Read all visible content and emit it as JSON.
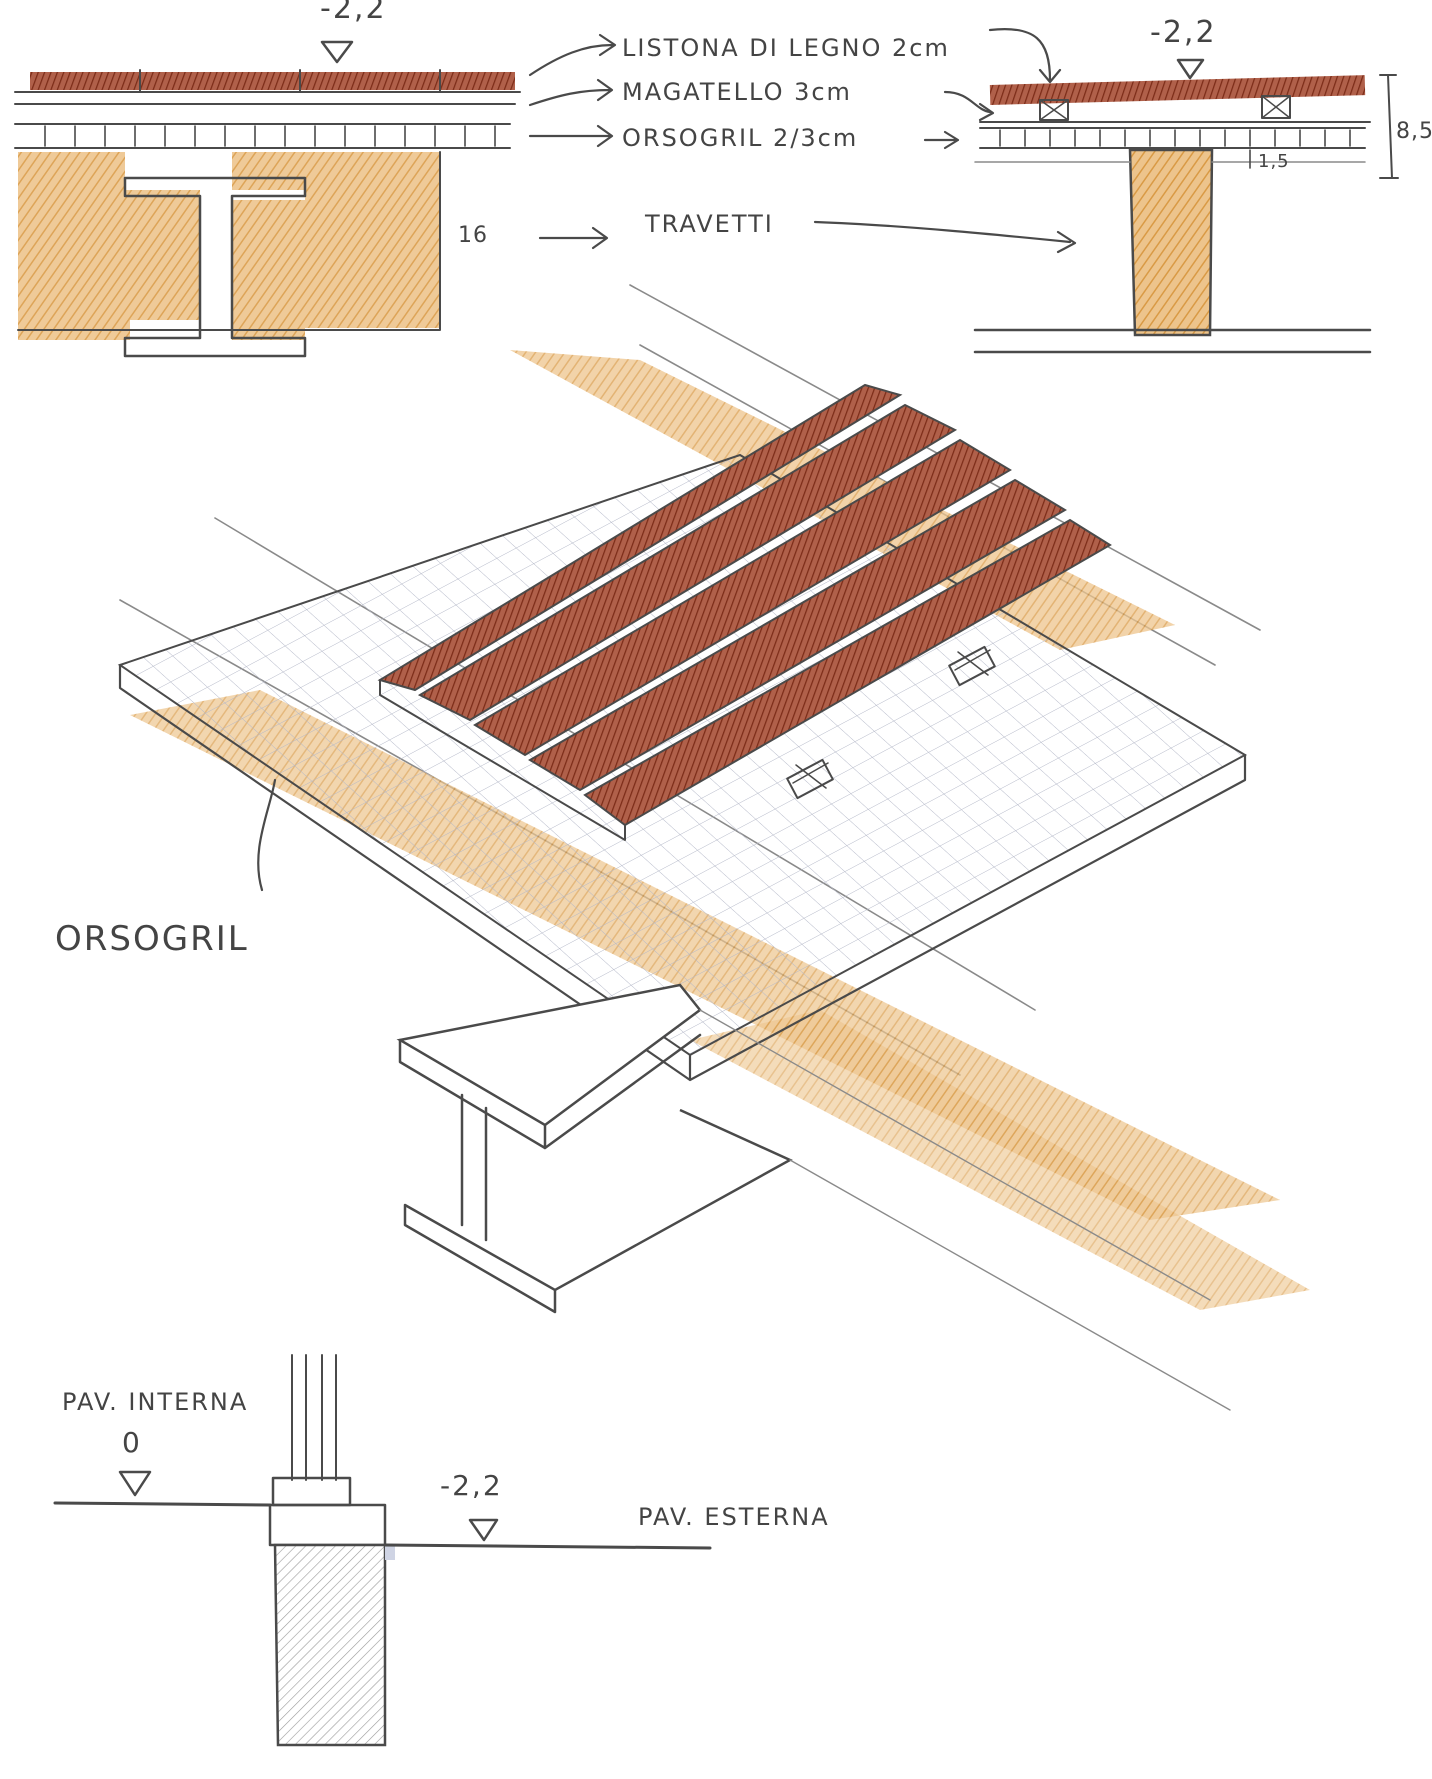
{
  "colors": {
    "wood_brown": "#8e3a24",
    "beam_ochre": "#e2a95c",
    "pencil": "#4a4a4a",
    "grating_grey": "#a9adbd",
    "paper": "#ffffff"
  },
  "icons": [
    "level-marker-triangle-icon",
    "arrow-icon"
  ],
  "section_left": {
    "level": "-2,2",
    "dim_height": "16"
  },
  "legend": {
    "layers": [
      {
        "label": "LISTONA DI LEGNO 2cm"
      },
      {
        "label": "MAGATELLO 3cm"
      },
      {
        "label": "ORSOGRIL 2/3cm"
      }
    ],
    "beams": "TRAVETTI"
  },
  "section_right": {
    "level": "-2,2",
    "dim_total": "8,5",
    "dim_small": "1,5"
  },
  "axonometric": {
    "grating_label": "ORSOGRIL"
  },
  "threshold": {
    "interior_label": "PAV. INTERNA",
    "interior_level": "0",
    "exterior_label": "PAV. ESTERNA",
    "exterior_level": "-2,2"
  }
}
